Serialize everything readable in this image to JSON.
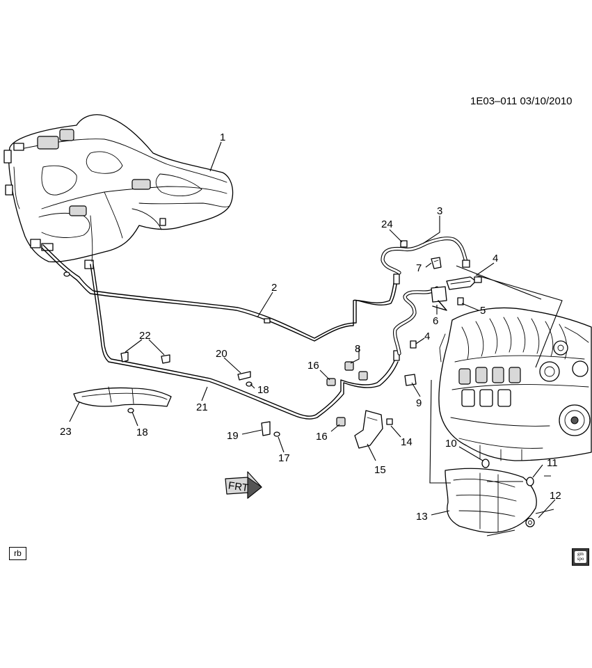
{
  "diagram": {
    "header_code": "1E03–011  03/10/2010",
    "badge_text": "rb",
    "logo_text": "gm spo",
    "direction_text": "FRT",
    "callouts": [
      "1",
      "2",
      "3",
      "4",
      "4",
      "5",
      "6",
      "7",
      "8",
      "9",
      "10",
      "11",
      "12",
      "13",
      "14",
      "15",
      "16",
      "16",
      "17",
      "18",
      "18",
      "19",
      "20",
      "21",
      "22",
      "23",
      "24"
    ]
  }
}
